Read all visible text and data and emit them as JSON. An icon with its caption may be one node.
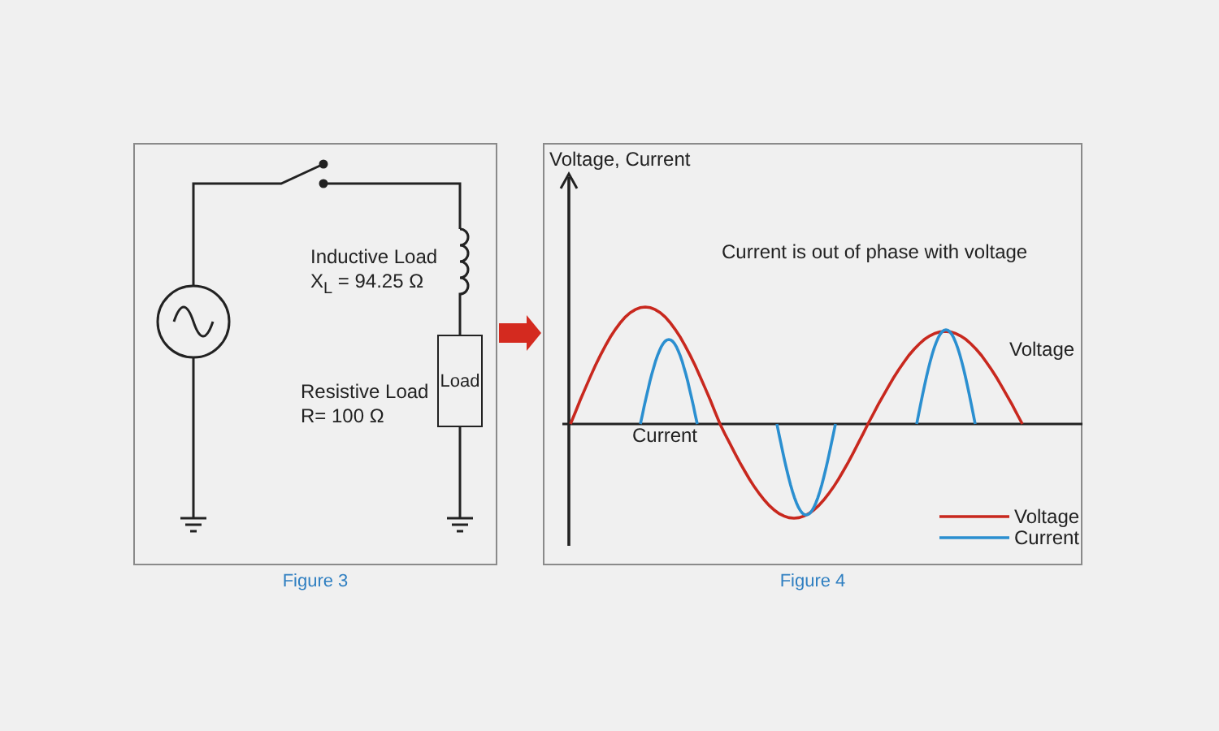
{
  "diagram": {
    "nodes": [
      {
        "text": [],
        "shape": "box",
        "beside": [
          "Figure 3"
        ]
      },
      {
        "text": [],
        "shape": "box",
        "beside": [
          "Figure 4"
        ]
      },
      {
        "text": [
          "Load"
        ],
        "in": 0
      }
    ],
    "edges": [
      {
        "from": 0,
        "to": 1,
        "arrow": "to",
        "style": "thick",
        "color": "#d42a1f"
      }
    ],
    "labels": [
      "Inductive Load",
      "X$_{L}$ = 94.25 Ω",
      "Resistive Load",
      "R= 100 Ω",
      "Voltage, Current",
      "Current is out of phase with voltage",
      "Voltage",
      "Current"
    ],
    "legend": [
      {
        "text": "Voltage"
      },
      {
        "text": "Current"
      }
    ]
  }
}
